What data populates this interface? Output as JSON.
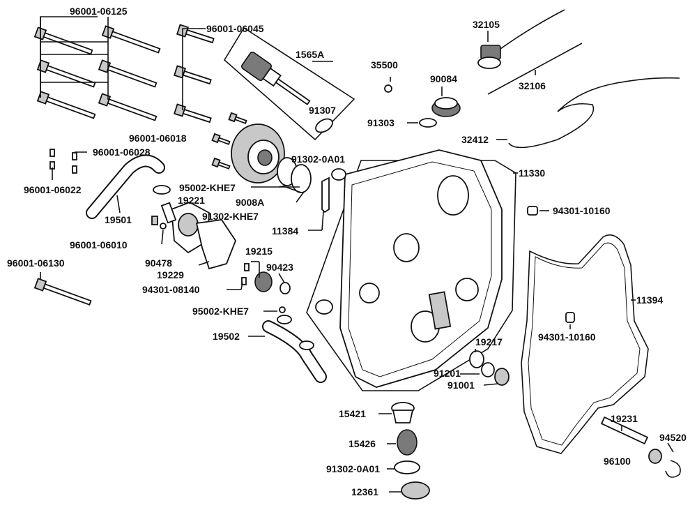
{
  "diagram": {
    "labels": {
      "l96001_06125": "96001-06125",
      "l96001_06045": "96001-06045",
      "l1565A": "1565A",
      "l35500": "35500",
      "l32105": "32105",
      "l90084": "90084",
      "l32106": "32106",
      "l91307": "91307",
      "l91303": "91303",
      "l32412": "32412",
      "l96001_06018": "96001-06018",
      "l96001_06028": "96001-06028",
      "l91302_0A01_top": "91302-0A01",
      "l11330": "11330",
      "l96001_06022": "96001-06022",
      "l95002_KHE7_top": "95002-KHE7",
      "l9008A": "9008A",
      "l19221": "19221",
      "l91302_KHE7": "91302-KHE7",
      "l94301_10160_top": "94301-10160",
      "l19501": "19501",
      "l11384": "11384",
      "l96001_06010": "96001-06010",
      "l19215": "19215",
      "l96001_06130": "96001-06130",
      "l90478": "90478",
      "l90423": "90423",
      "l19229": "19229",
      "l94301_08140": "94301-08140",
      "l11394": "11394",
      "l95002_KHE7_bot": "95002-KHE7",
      "l94301_10160_bot": "94301-10160",
      "l19502": "19502",
      "l19217": "19217",
      "l91201": "91201",
      "l91001": "91001",
      "l15421": "15421",
      "l15426": "15426",
      "l19231": "19231",
      "l94520": "94520",
      "l96100": "96100",
      "l91302_0A01_bot": "91302-0A01",
      "l12361": "12361"
    }
  }
}
